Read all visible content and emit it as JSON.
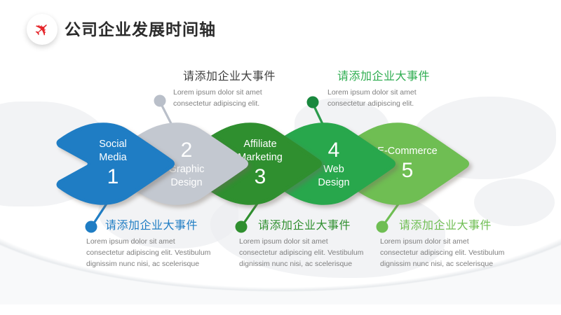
{
  "slide": {
    "title": "公司企业发展时间轴"
  },
  "icons": {
    "header_icon": "plane-icon",
    "header_icon_glyph": "✈"
  },
  "colors": {
    "accent_red": "#e5252a",
    "title_text": "#2b2b2b",
    "body_text": "#7f7f7f",
    "step1_blue": "#1f7dc4",
    "step2_gray": "#c3c8d0",
    "step3_dark_green": "#2f8f2f",
    "step4_green": "#28a74c",
    "step5_light_green": "#6fbe53",
    "connector_gray": "#b9bfc9"
  },
  "steps": [
    {
      "number": "1",
      "label_lines": [
        "Social",
        "Media"
      ],
      "color": "#1f7dc4",
      "number_position": "bottom"
    },
    {
      "number": "2",
      "label_lines": [
        "Graphic",
        "Design"
      ],
      "color": "#c3c8d0",
      "number_position": "top"
    },
    {
      "number": "3",
      "label_lines": [
        "Affiliate",
        "Marketing"
      ],
      "color": "#2f8f2f",
      "number_position": "bottom"
    },
    {
      "number": "4",
      "label_lines": [
        "Web",
        "Design"
      ],
      "color": "#28a74c",
      "number_position": "top"
    },
    {
      "number": "5",
      "label_lines": [
        "E-Commerce"
      ],
      "color": "#6fbe53",
      "number_position": "bottom"
    }
  ],
  "callouts": {
    "top": [
      {
        "title": "请添加企业大事件",
        "title_color": "#3f3f3f",
        "body": [
          "Lorem ipsum dolor sit amet",
          "consectetur  adipiscing elit."
        ]
      },
      {
        "title": "请添加企业大事件",
        "title_color": "#2ead50",
        "body": [
          "Lorem ipsum dolor sit amet",
          "consectetur  adipiscing elit."
        ]
      }
    ],
    "bottom": [
      {
        "title": "请添加企业大事件",
        "title_color": "#1f7dc4",
        "body": [
          "Lorem ipsum dolor sit amet",
          "consectetur  adipiscing elit. Vestibulum",
          "dignissim nunc nisi, ac scelerisque"
        ]
      },
      {
        "title": "请添加企业大事件",
        "title_color": "#2f8f2f",
        "body": [
          "Lorem ipsum dolor sit amet",
          "consectetur  adipiscing elit. Vestibulum",
          "dignissim nunc nisi, ac scelerisque"
        ]
      },
      {
        "title": "请添加企业大事件",
        "title_color": "#6fbe53",
        "body": [
          "Lorem ipsum dolor sit amet",
          "consectetur  adipiscing elit. Vestibulum",
          "dignissim nunc nisi, ac scelerisque"
        ]
      }
    ]
  }
}
